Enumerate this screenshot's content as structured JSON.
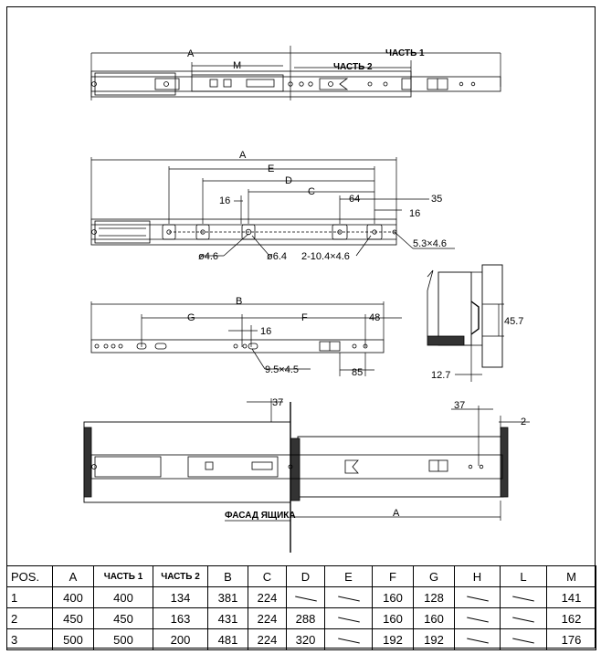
{
  "labels": {
    "part1": "ЧАСТЬ 1",
    "part2": "ЧАСТЬ 2",
    "facade": "ФАСАД ЯЩИКА",
    "A": "A",
    "M": "M",
    "E": "E",
    "D": "D",
    "C": "C",
    "B": "B",
    "G": "G",
    "F": "F",
    "d16a": "16",
    "d64": "64",
    "d35": "35",
    "d16b": "16",
    "hole46": "ø4.6",
    "hole64": "ø6.4",
    "slot": "2-10.4×4.6",
    "slot2": "5.3×4.6",
    "d48": "48",
    "d16c": "16",
    "slot3": "9.5×4.5",
    "d85": "85",
    "d457": "45.7",
    "d127": "12.7",
    "d37a": "37",
    "d37b": "37",
    "d2": "2",
    "A2": "A"
  },
  "table": {
    "headers": [
      "POS.",
      "A",
      "ЧАСТЬ 1",
      "ЧАСТЬ 2",
      "B",
      "C",
      "D",
      "E",
      "F",
      "G",
      "H",
      "L",
      "M"
    ],
    "rows": [
      [
        "1",
        "400",
        "400",
        "134",
        "381",
        "224",
        "—",
        "—",
        "160",
        "128",
        "—",
        "—",
        "141"
      ],
      [
        "2",
        "450",
        "450",
        "163",
        "431",
        "224",
        "288",
        "—",
        "160",
        "160",
        "—",
        "—",
        "162"
      ],
      [
        "3",
        "500",
        "500",
        "200",
        "481",
        "224",
        "320",
        "—",
        "192",
        "192",
        "—",
        "—",
        "176"
      ]
    ]
  }
}
